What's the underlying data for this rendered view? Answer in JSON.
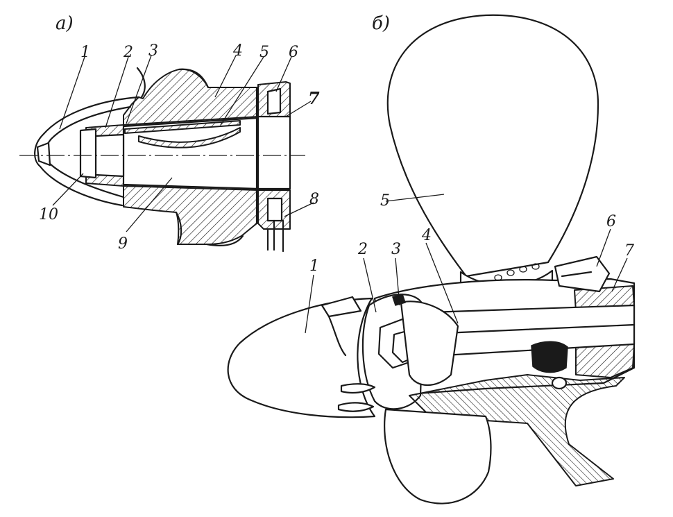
{
  "figure_a": {
    "caption": "a)",
    "labels": [
      "1",
      "2",
      "3",
      "4",
      "5",
      "6",
      "7",
      "8",
      "9",
      "10"
    ]
  },
  "figure_b": {
    "caption": "б)",
    "labels": [
      "1",
      "2",
      "3",
      "4",
      "5",
      "6",
      "7"
    ]
  }
}
